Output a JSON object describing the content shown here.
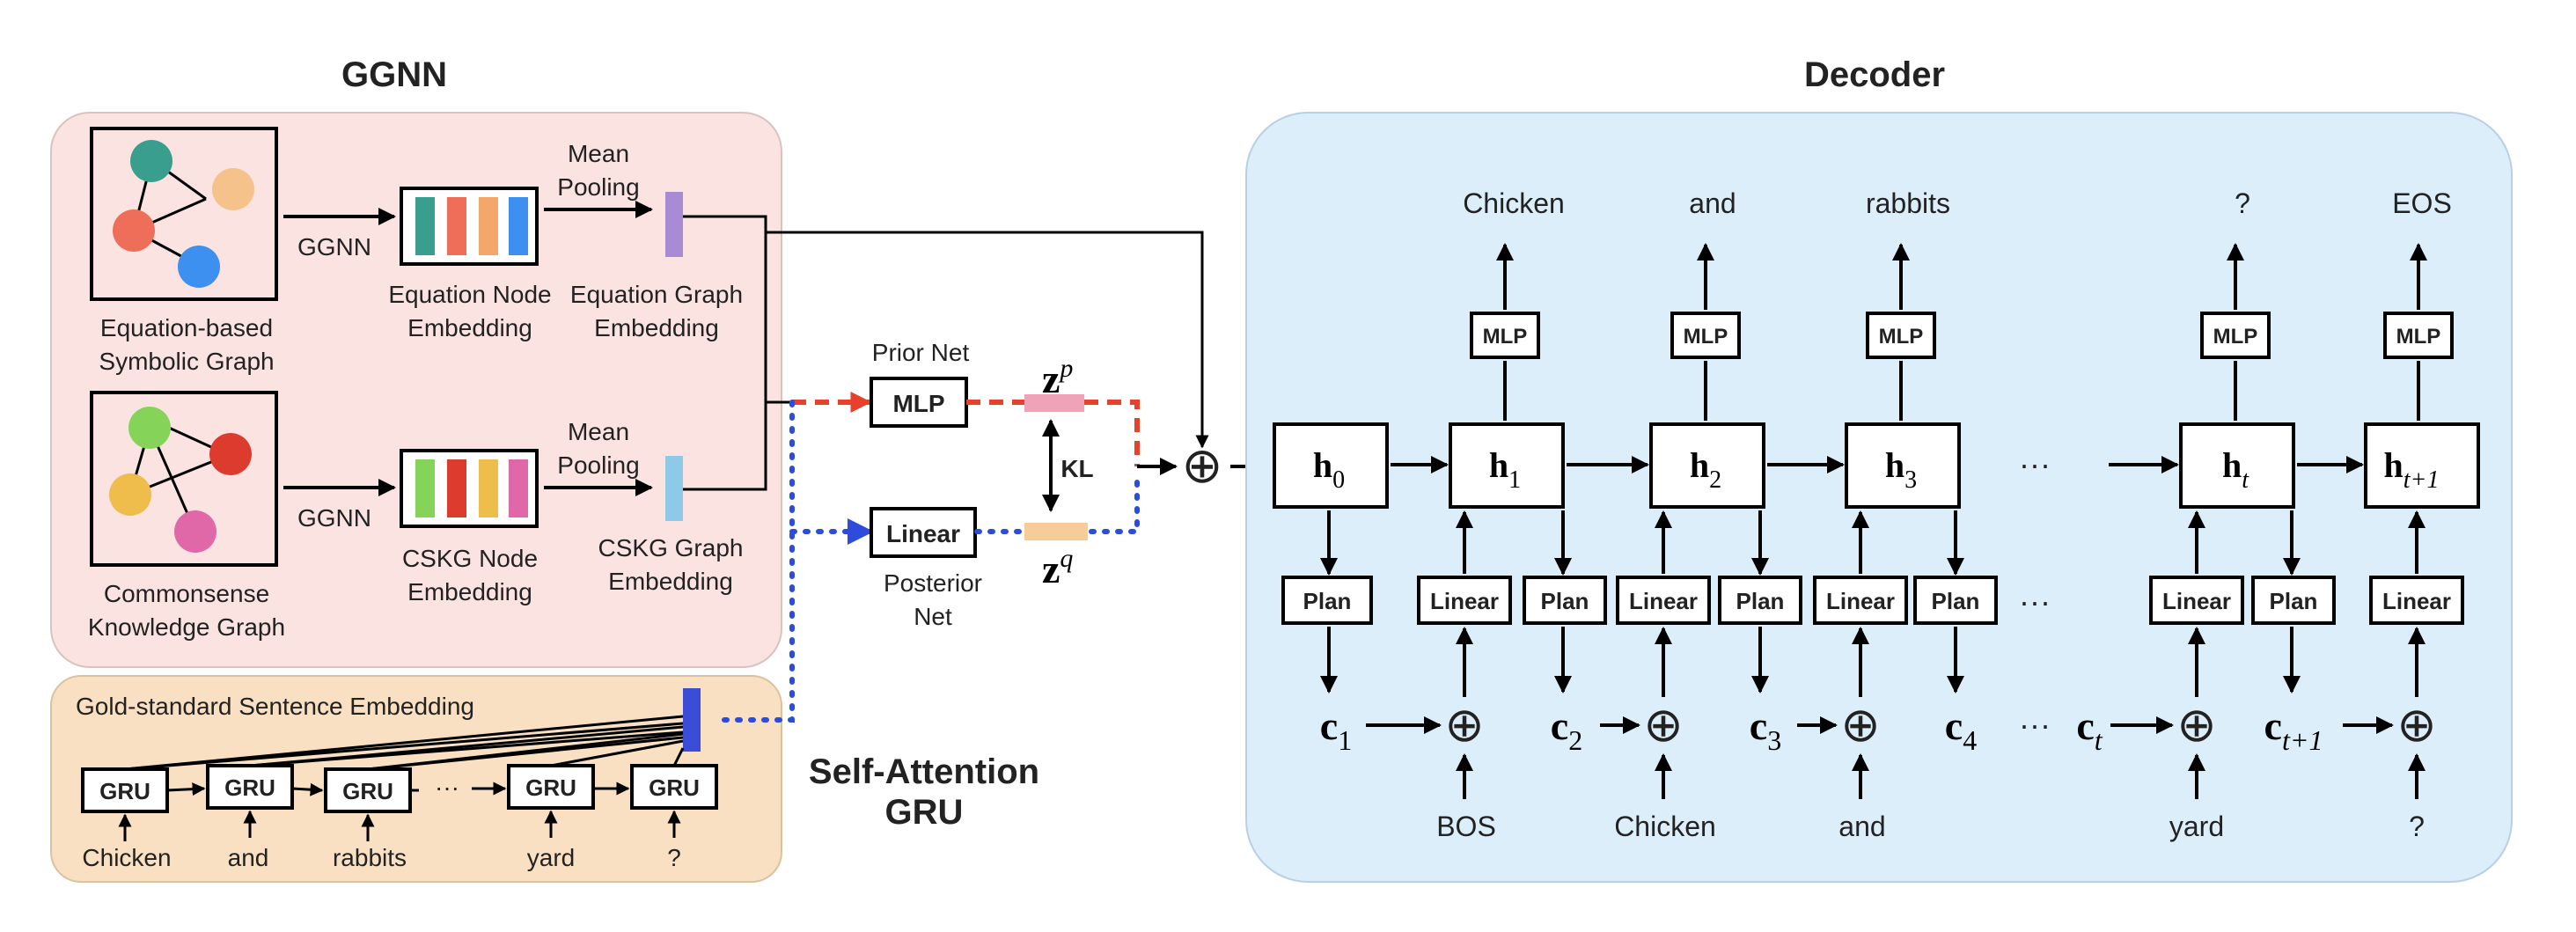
{
  "ggnn_section": {
    "title": "GGNN",
    "equation_graph": {
      "caption_line1": "Equation-based",
      "caption_line2": "Symbolic Graph",
      "node_colors": [
        "#3a9e8f",
        "#f5c28b",
        "#ee6e5a",
        "#3d8ff0"
      ]
    },
    "cskg_graph": {
      "caption_line1": "Commonsense",
      "caption_line2": "Knowledge Graph",
      "node_colors": [
        "#86d35a",
        "#de3b2f",
        "#efbd4c",
        "#e168a8"
      ]
    },
    "ggnn_arrow_label_top": "GGNN",
    "ggnn_arrow_label_bottom": "GGNN",
    "equation_node_embedding": {
      "line1": "Equation Node",
      "line2": "Embedding",
      "bar_colors": [
        "#3a9e8f",
        "#ee6e5a",
        "#f3a76a",
        "#3d8ff0"
      ]
    },
    "cskg_node_embedding": {
      "line1": "CSKG Node",
      "line2": "Embedding",
      "bar_colors": [
        "#86d35a",
        "#de3b2f",
        "#efbd4c",
        "#e168a8"
      ]
    },
    "mean_pooling_top": {
      "line1": "Mean",
      "line2": "Pooling"
    },
    "mean_pooling_bottom": {
      "line1": "Mean",
      "line2": "Pooling"
    },
    "equation_graph_embedding": {
      "line1": "Equation Graph",
      "line2": "Embedding",
      "color": "#a98bd5"
    },
    "cskg_graph_embedding": {
      "line1": "CSKG Graph",
      "line2": "Embedding",
      "color": "#8ec9e8"
    }
  },
  "gru_section": {
    "sentence_embedding_label": "Gold-standard Sentence Embedding",
    "sentence_embedding_color": "#3b4dd6",
    "cells": [
      "GRU",
      "GRU",
      "GRU",
      "GRU",
      "GRU"
    ],
    "ellipsis": "···",
    "inputs": [
      "Chicken",
      "and",
      "rabbits",
      "yard",
      "?"
    ],
    "title_line1": "Self-Attention",
    "title_line2": "GRU"
  },
  "middle": {
    "prior_net_label": "Prior Net",
    "mlp_label": "MLP",
    "linear_label": "Linear",
    "posterior_line1": "Posterior",
    "posterior_line2": "Net",
    "kl_label": "KL",
    "z_prior_base": "z",
    "z_prior_sup": "p",
    "z_post_base": "z",
    "z_post_sup": "q",
    "z_prior_color": "#f0a2b8",
    "z_post_color": "#f7cc99",
    "prior_path_color": "#e8412a",
    "posterior_path_color": "#2d4bdc",
    "sum_symbol": "⊕"
  },
  "decoder": {
    "title": "Decoder",
    "outputs": [
      "Chicken",
      "and",
      "rabbits",
      "?",
      "EOS"
    ],
    "mlp_labels": [
      "MLP",
      "MLP",
      "MLP",
      "MLP",
      "MLP"
    ],
    "hidden_states": [
      {
        "base": "h",
        "sub": "0"
      },
      {
        "base": "h",
        "sub": "1"
      },
      {
        "base": "h",
        "sub": "2"
      },
      {
        "base": "h",
        "sub": "3"
      },
      {
        "base": "h",
        "sub": "t"
      },
      {
        "base": "h",
        "sub": "t+1"
      }
    ],
    "plan_labels": [
      "Plan",
      "Plan",
      "Plan",
      "Plan",
      "Plan"
    ],
    "linear_labels": [
      "Linear",
      "Linear",
      "Linear",
      "Linear",
      "Linear"
    ],
    "c_labels": [
      {
        "base": "c",
        "sub": "1"
      },
      {
        "base": "c",
        "sub": "2"
      },
      {
        "base": "c",
        "sub": "3"
      },
      {
        "base": "c",
        "sub": "4"
      },
      {
        "base": "c",
        "sub": "t"
      },
      {
        "base": "c",
        "sub": "t+1"
      }
    ],
    "inputs": [
      "BOS",
      "Chicken",
      "and",
      "yard",
      "?"
    ],
    "ellipsis": "···",
    "sum_symbol": "⊕"
  }
}
